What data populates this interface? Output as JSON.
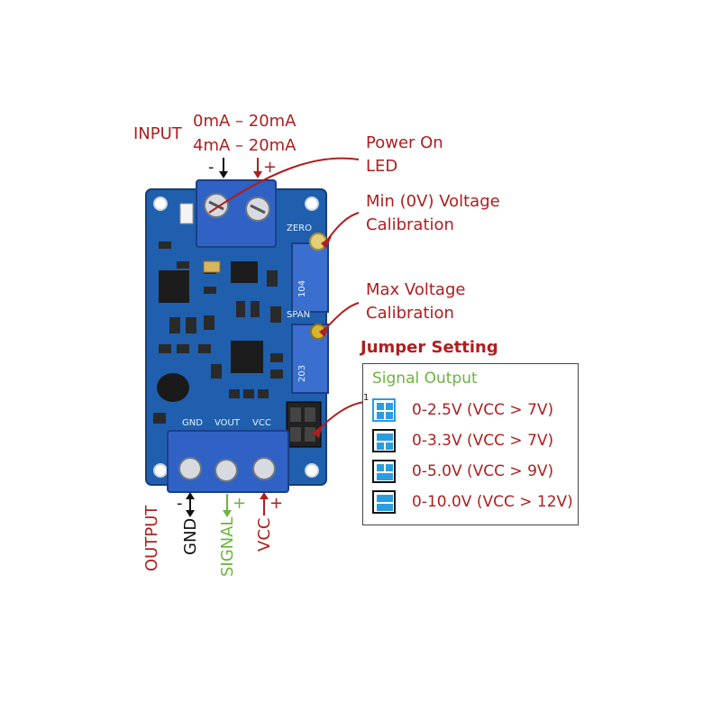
{
  "input": {
    "label": "INPUT",
    "range1": "0mA – 20mA",
    "range2": "4mA – 20mA",
    "minus": "-",
    "plus": "+"
  },
  "callouts": {
    "power_led_line1": "Power On",
    "power_led_line2": "LED",
    "min_cal_line1": "Min (0V) Voltage",
    "min_cal_line2": "Calibration",
    "max_cal_line1": "Max Voltage",
    "max_cal_line2": "Calibration"
  },
  "jumper": {
    "heading": "Jumper Setting",
    "box_title": "Signal Output",
    "pin_mark": "1",
    "rows": [
      {
        "text": "0-2.5V (VCC > 7V)"
      },
      {
        "text": "0-3.3V (VCC > 7V)"
      },
      {
        "text": "0-5.0V (VCC > 9V)"
      },
      {
        "text": "0-10.0V (VCC > 12V)"
      }
    ]
  },
  "board_silk": {
    "zero": "ZERO",
    "span": "SPAN",
    "gnd": "GND",
    "vout": "VOUT",
    "vcc": "VCC",
    "pot1": "104",
    "pot2": "203"
  },
  "output": {
    "label": "OUTPUT",
    "gnd": "GND",
    "signal": "SIGNAL",
    "vcc": "VCC",
    "minus": "-",
    "plus1": "+",
    "plus2": "+"
  },
  "colors": {
    "label_red": "#b01e1e",
    "signal_green": "#6db33f",
    "pcb_blue": "#1f5fae",
    "terminal_blue": "#2f62c4",
    "jumper_blue": "#2a9de0"
  }
}
